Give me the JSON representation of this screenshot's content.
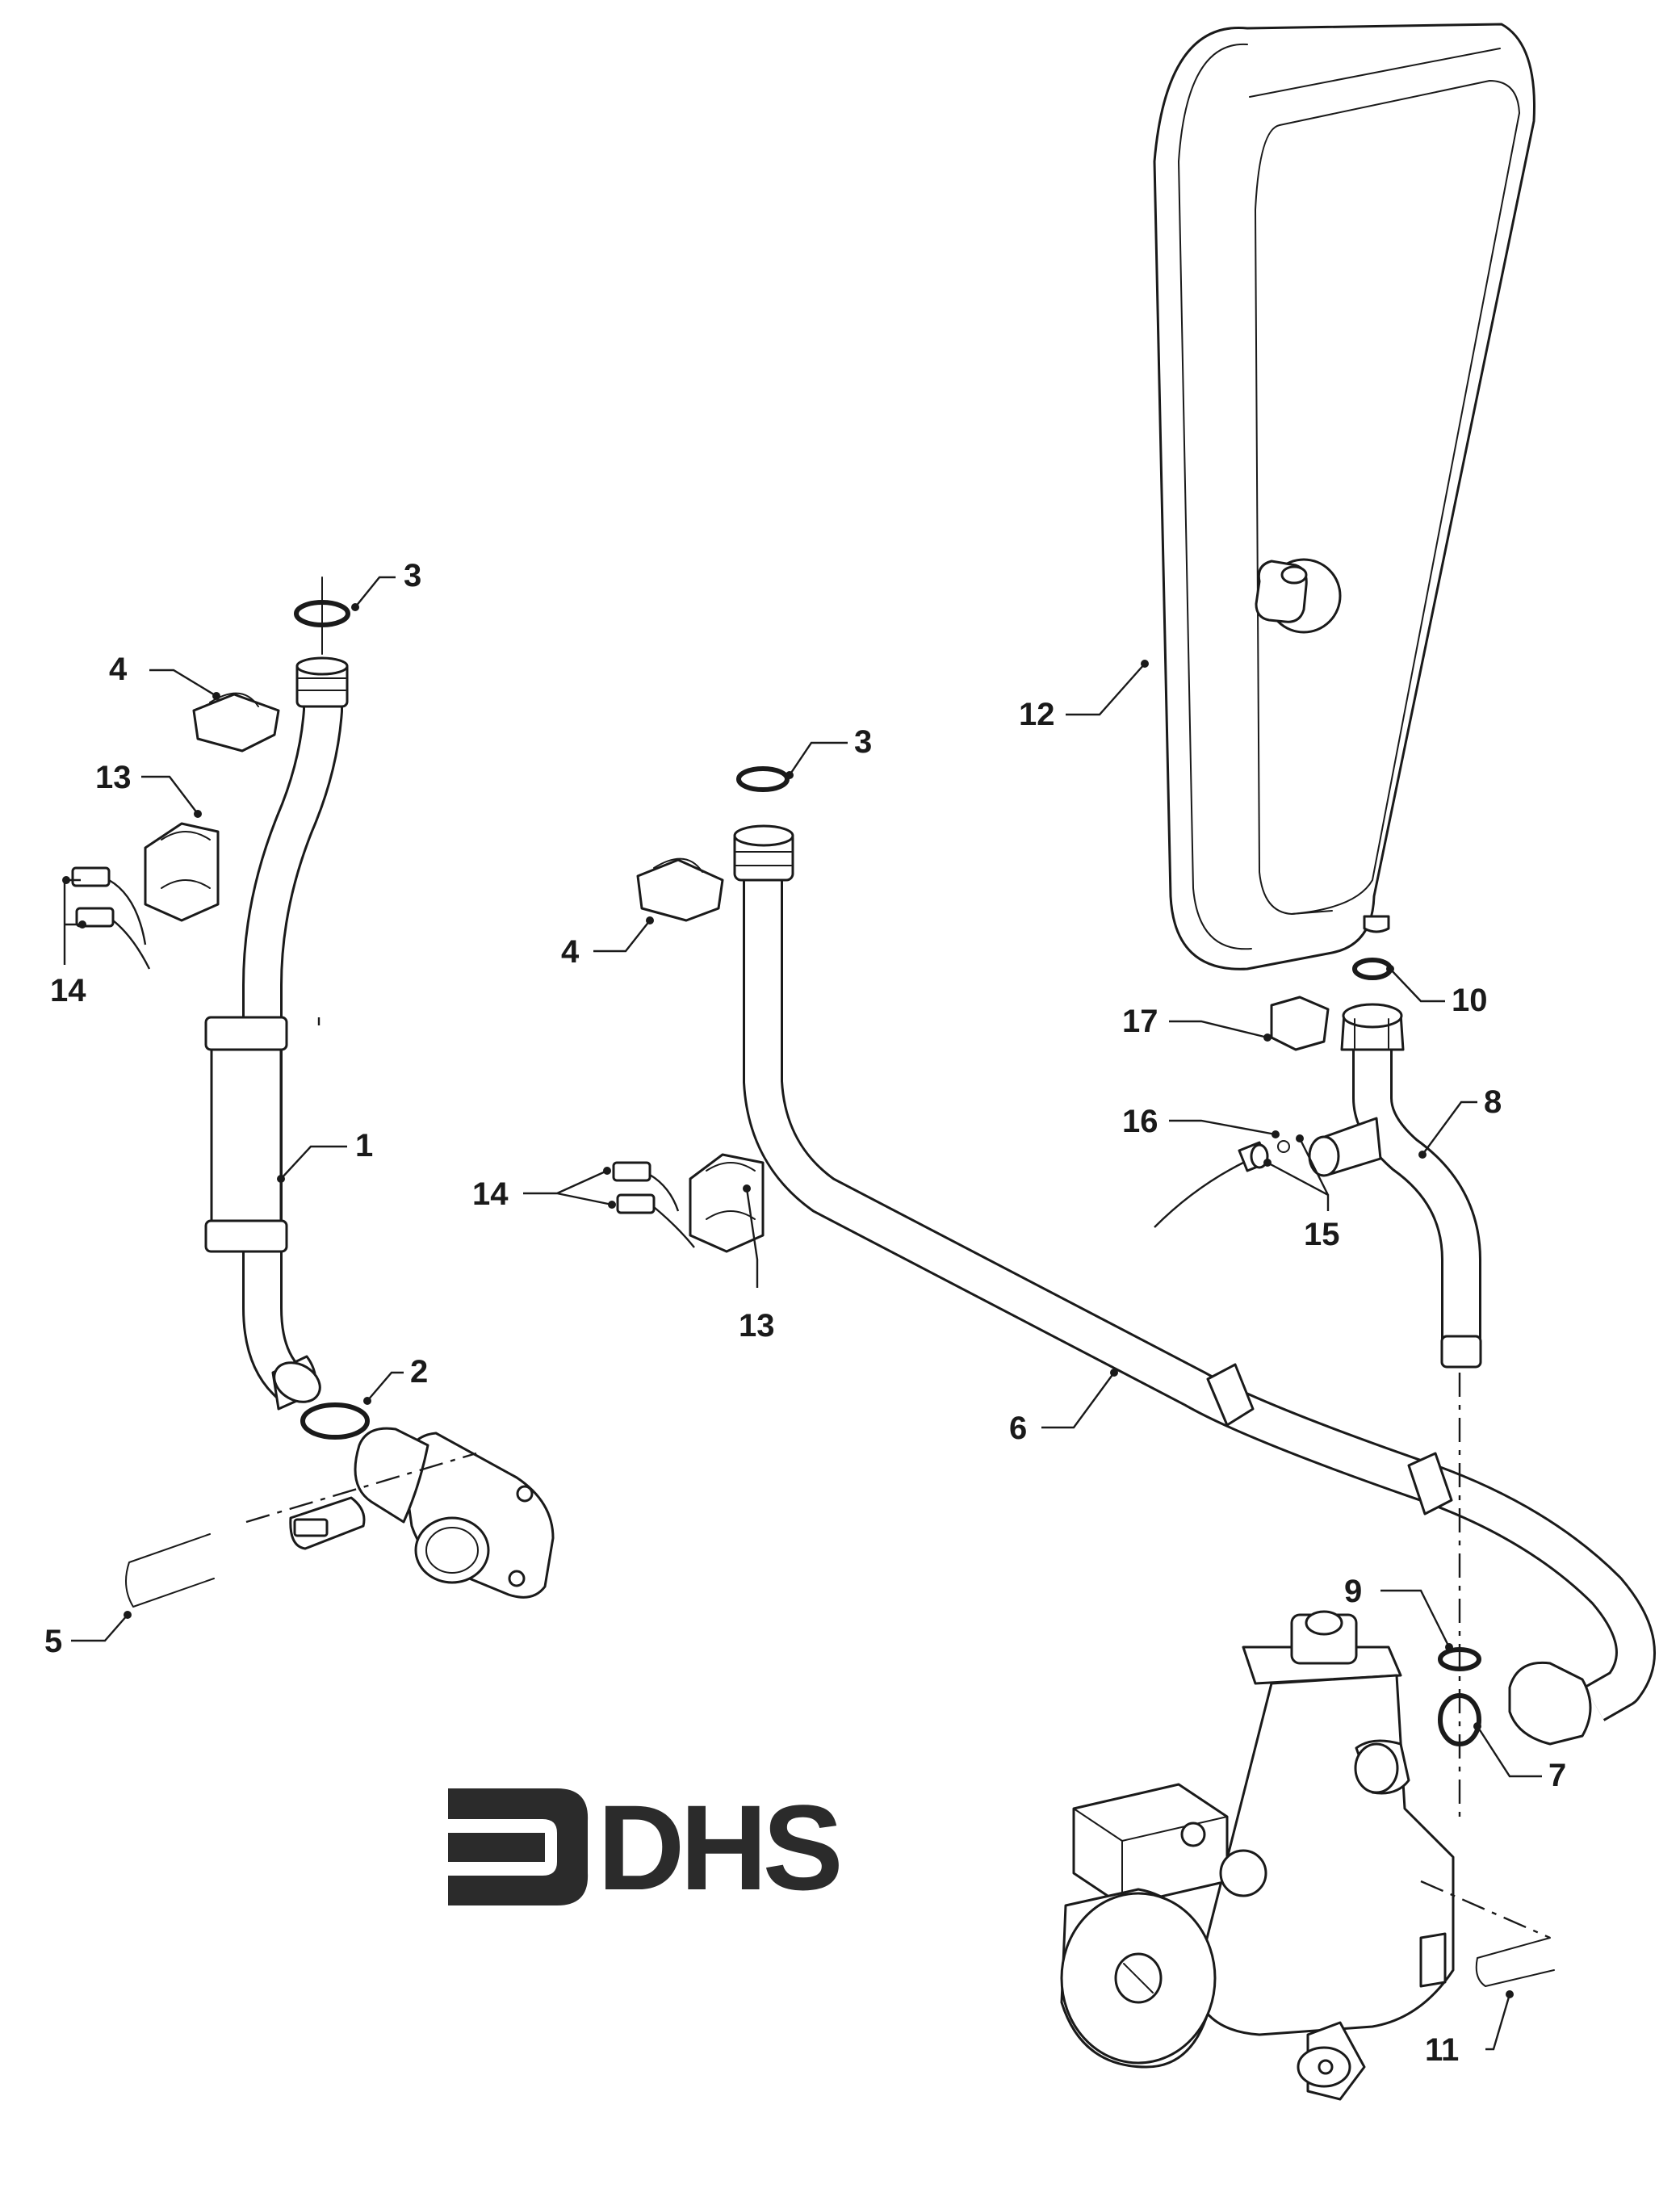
{
  "logo": {
    "text": "DHS",
    "symbol_icon": "dhs-bracket-logo"
  },
  "callouts": [
    {
      "id": "1",
      "text": "1"
    },
    {
      "id": "2",
      "text": "2"
    },
    {
      "id": "3a",
      "text": "3"
    },
    {
      "id": "3b",
      "text": "3"
    },
    {
      "id": "4a",
      "text": "4"
    },
    {
      "id": "4b",
      "text": "4"
    },
    {
      "id": "5",
      "text": "5"
    },
    {
      "id": "6",
      "text": "6"
    },
    {
      "id": "7",
      "text": "7"
    },
    {
      "id": "8",
      "text": "8"
    },
    {
      "id": "9",
      "text": "9"
    },
    {
      "id": "10",
      "text": "10"
    },
    {
      "id": "11",
      "text": "11"
    },
    {
      "id": "12",
      "text": "12"
    },
    {
      "id": "13a",
      "text": "13"
    },
    {
      "id": "13b",
      "text": "13"
    },
    {
      "id": "14a",
      "text": "14"
    },
    {
      "id": "14b",
      "text": "14"
    },
    {
      "id": "15",
      "text": "15"
    },
    {
      "id": "16",
      "text": "16"
    },
    {
      "id": "17",
      "text": "17"
    }
  ]
}
